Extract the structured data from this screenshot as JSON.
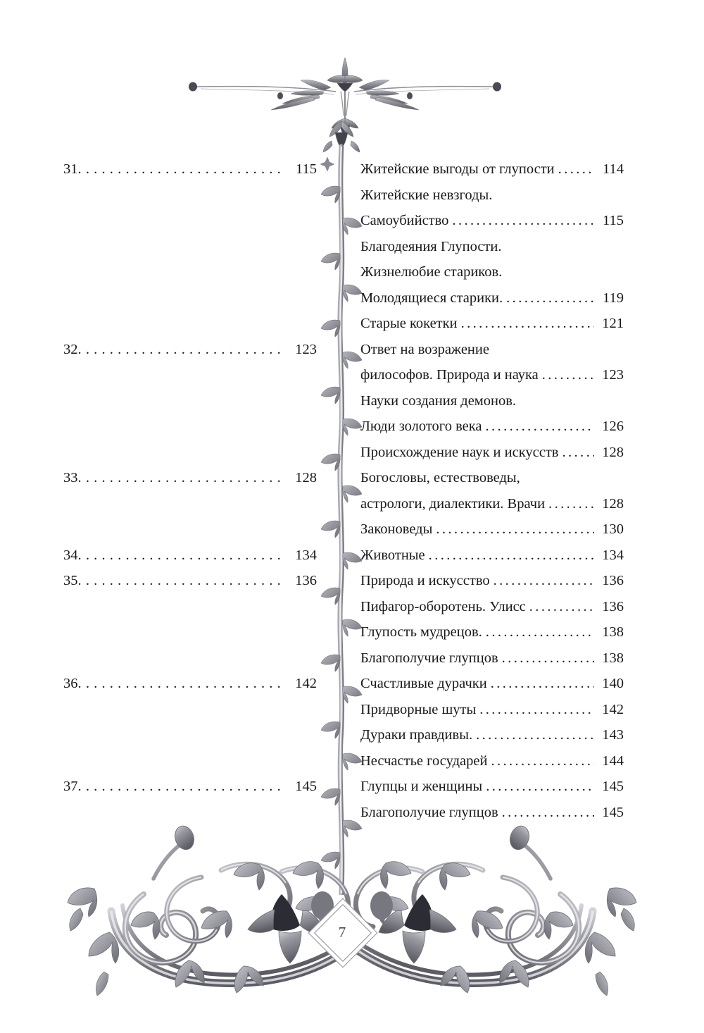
{
  "page": {
    "number": "7",
    "background_color": "#ffffff",
    "text_color": "#19191c",
    "ornament_color": "#8b8b91"
  },
  "ornaments": {
    "top_flourish": "horizontal-flourish-ornament",
    "vine_divider": "vertical-vine-ornament",
    "bottom_ornament": "baroque-scrollwork-ornament",
    "page_number_frame": "diamond-frame"
  },
  "toc": {
    "left_column": [
      {
        "label": "31",
        "page": "115",
        "leader": true
      },
      {
        "label": "",
        "page": "",
        "leader": false
      },
      {
        "label": "",
        "page": "",
        "leader": false
      },
      {
        "label": "",
        "page": "",
        "leader": false
      },
      {
        "label": "",
        "page": "",
        "leader": false
      },
      {
        "label": "",
        "page": "",
        "leader": false
      },
      {
        "label": "",
        "page": "",
        "leader": false
      },
      {
        "label": "32",
        "page": "123",
        "leader": true
      },
      {
        "label": "",
        "page": "",
        "leader": false
      },
      {
        "label": "",
        "page": "",
        "leader": false
      },
      {
        "label": "",
        "page": "",
        "leader": false
      },
      {
        "label": "",
        "page": "",
        "leader": false
      },
      {
        "label": "33",
        "page": "128",
        "leader": true
      },
      {
        "label": "",
        "page": "",
        "leader": false
      },
      {
        "label": "",
        "page": "",
        "leader": false
      },
      {
        "label": "34",
        "page": "134",
        "leader": true
      },
      {
        "label": "35",
        "page": "136",
        "leader": true
      },
      {
        "label": "",
        "page": "",
        "leader": false
      },
      {
        "label": "",
        "page": "",
        "leader": false
      },
      {
        "label": "",
        "page": "",
        "leader": false
      },
      {
        "label": "36",
        "page": "142",
        "leader": true
      },
      {
        "label": "",
        "page": "",
        "leader": false
      },
      {
        "label": "",
        "page": "",
        "leader": false
      },
      {
        "label": "",
        "page": "",
        "leader": false
      },
      {
        "label": "37",
        "page": "145",
        "leader": true
      }
    ],
    "right_column": [
      {
        "title": "Житейские выгоды от глупости",
        "page": "114",
        "leader": true,
        "leader_dots": "."
      },
      {
        "title": "Житейские невзгоды.",
        "page": "",
        "leader": false
      },
      {
        "title": "Самоубийство",
        "page": "115",
        "leader": true
      },
      {
        "title": "Благодеяния Глупости.",
        "page": "",
        "leader": false
      },
      {
        "title": "Жизнелюбие стариков.",
        "page": "",
        "leader": false
      },
      {
        "title": "Молодящиеся старики.",
        "page": "119",
        "leader": true
      },
      {
        "title": "Старые кокетки",
        "page": "121",
        "leader": true
      },
      {
        "title": "Ответ на возражение",
        "page": "",
        "leader": false
      },
      {
        "title": "философов. Природа и наука",
        "page": "123",
        "leader": true
      },
      {
        "title": "Науки создания демонов.",
        "page": "",
        "leader": false
      },
      {
        "title": "Люди золотого века",
        "page": "126",
        "leader": true
      },
      {
        "title": "Происхождение наук и искусств",
        "page": "128",
        "leader": true
      },
      {
        "title": "Богословы, естествоведы,",
        "page": "",
        "leader": false
      },
      {
        "title": "астрологи, диалектики. Врачи",
        "page": "128",
        "leader": true
      },
      {
        "title": "Законоведы",
        "page": "130",
        "leader": true
      },
      {
        "title": "Животные",
        "page": "134",
        "leader": true
      },
      {
        "title": "Природа и искусство",
        "page": "136",
        "leader": true
      },
      {
        "title": "Пифагор-оборотень. Улисс",
        "page": "136",
        "leader": true
      },
      {
        "title": "Глупость мудрецов.",
        "page": "138",
        "leader": true
      },
      {
        "title": "Благополучие глупцов",
        "page": "138",
        "leader": true
      },
      {
        "title": "Счастливые дурачки",
        "page": "140",
        "leader": true
      },
      {
        "title": "Придворные шуты",
        "page": "142",
        "leader": true
      },
      {
        "title": "Дураки правдивы.",
        "page": "143",
        "leader": true
      },
      {
        "title": "Несчастье государей",
        "page": "144",
        "leader": true
      },
      {
        "title": "Глупцы и женщины",
        "page": "145",
        "leader": true
      },
      {
        "title": "Благополучие глупцов",
        "page": "145",
        "leader": true
      }
    ]
  }
}
